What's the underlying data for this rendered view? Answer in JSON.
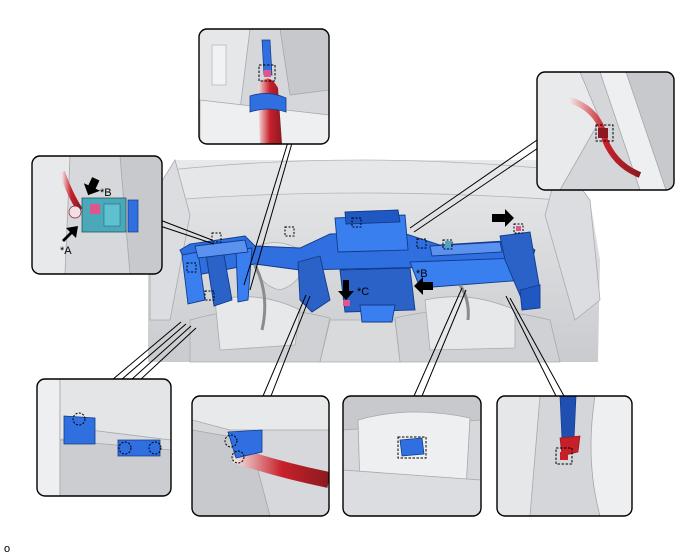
{
  "callouts": {
    "a": "*A",
    "b_inset": "*B",
    "b_main": "*B",
    "c": "*C"
  },
  "footer_code": "o",
  "colors": {
    "part_blue": "#2f6fe0",
    "harness_red": "#c8202a",
    "clip_pink": "#e0568c",
    "connector_teal": "#4aa8b8",
    "outline": "#000000",
    "gray_body": "#d4d6d9"
  }
}
